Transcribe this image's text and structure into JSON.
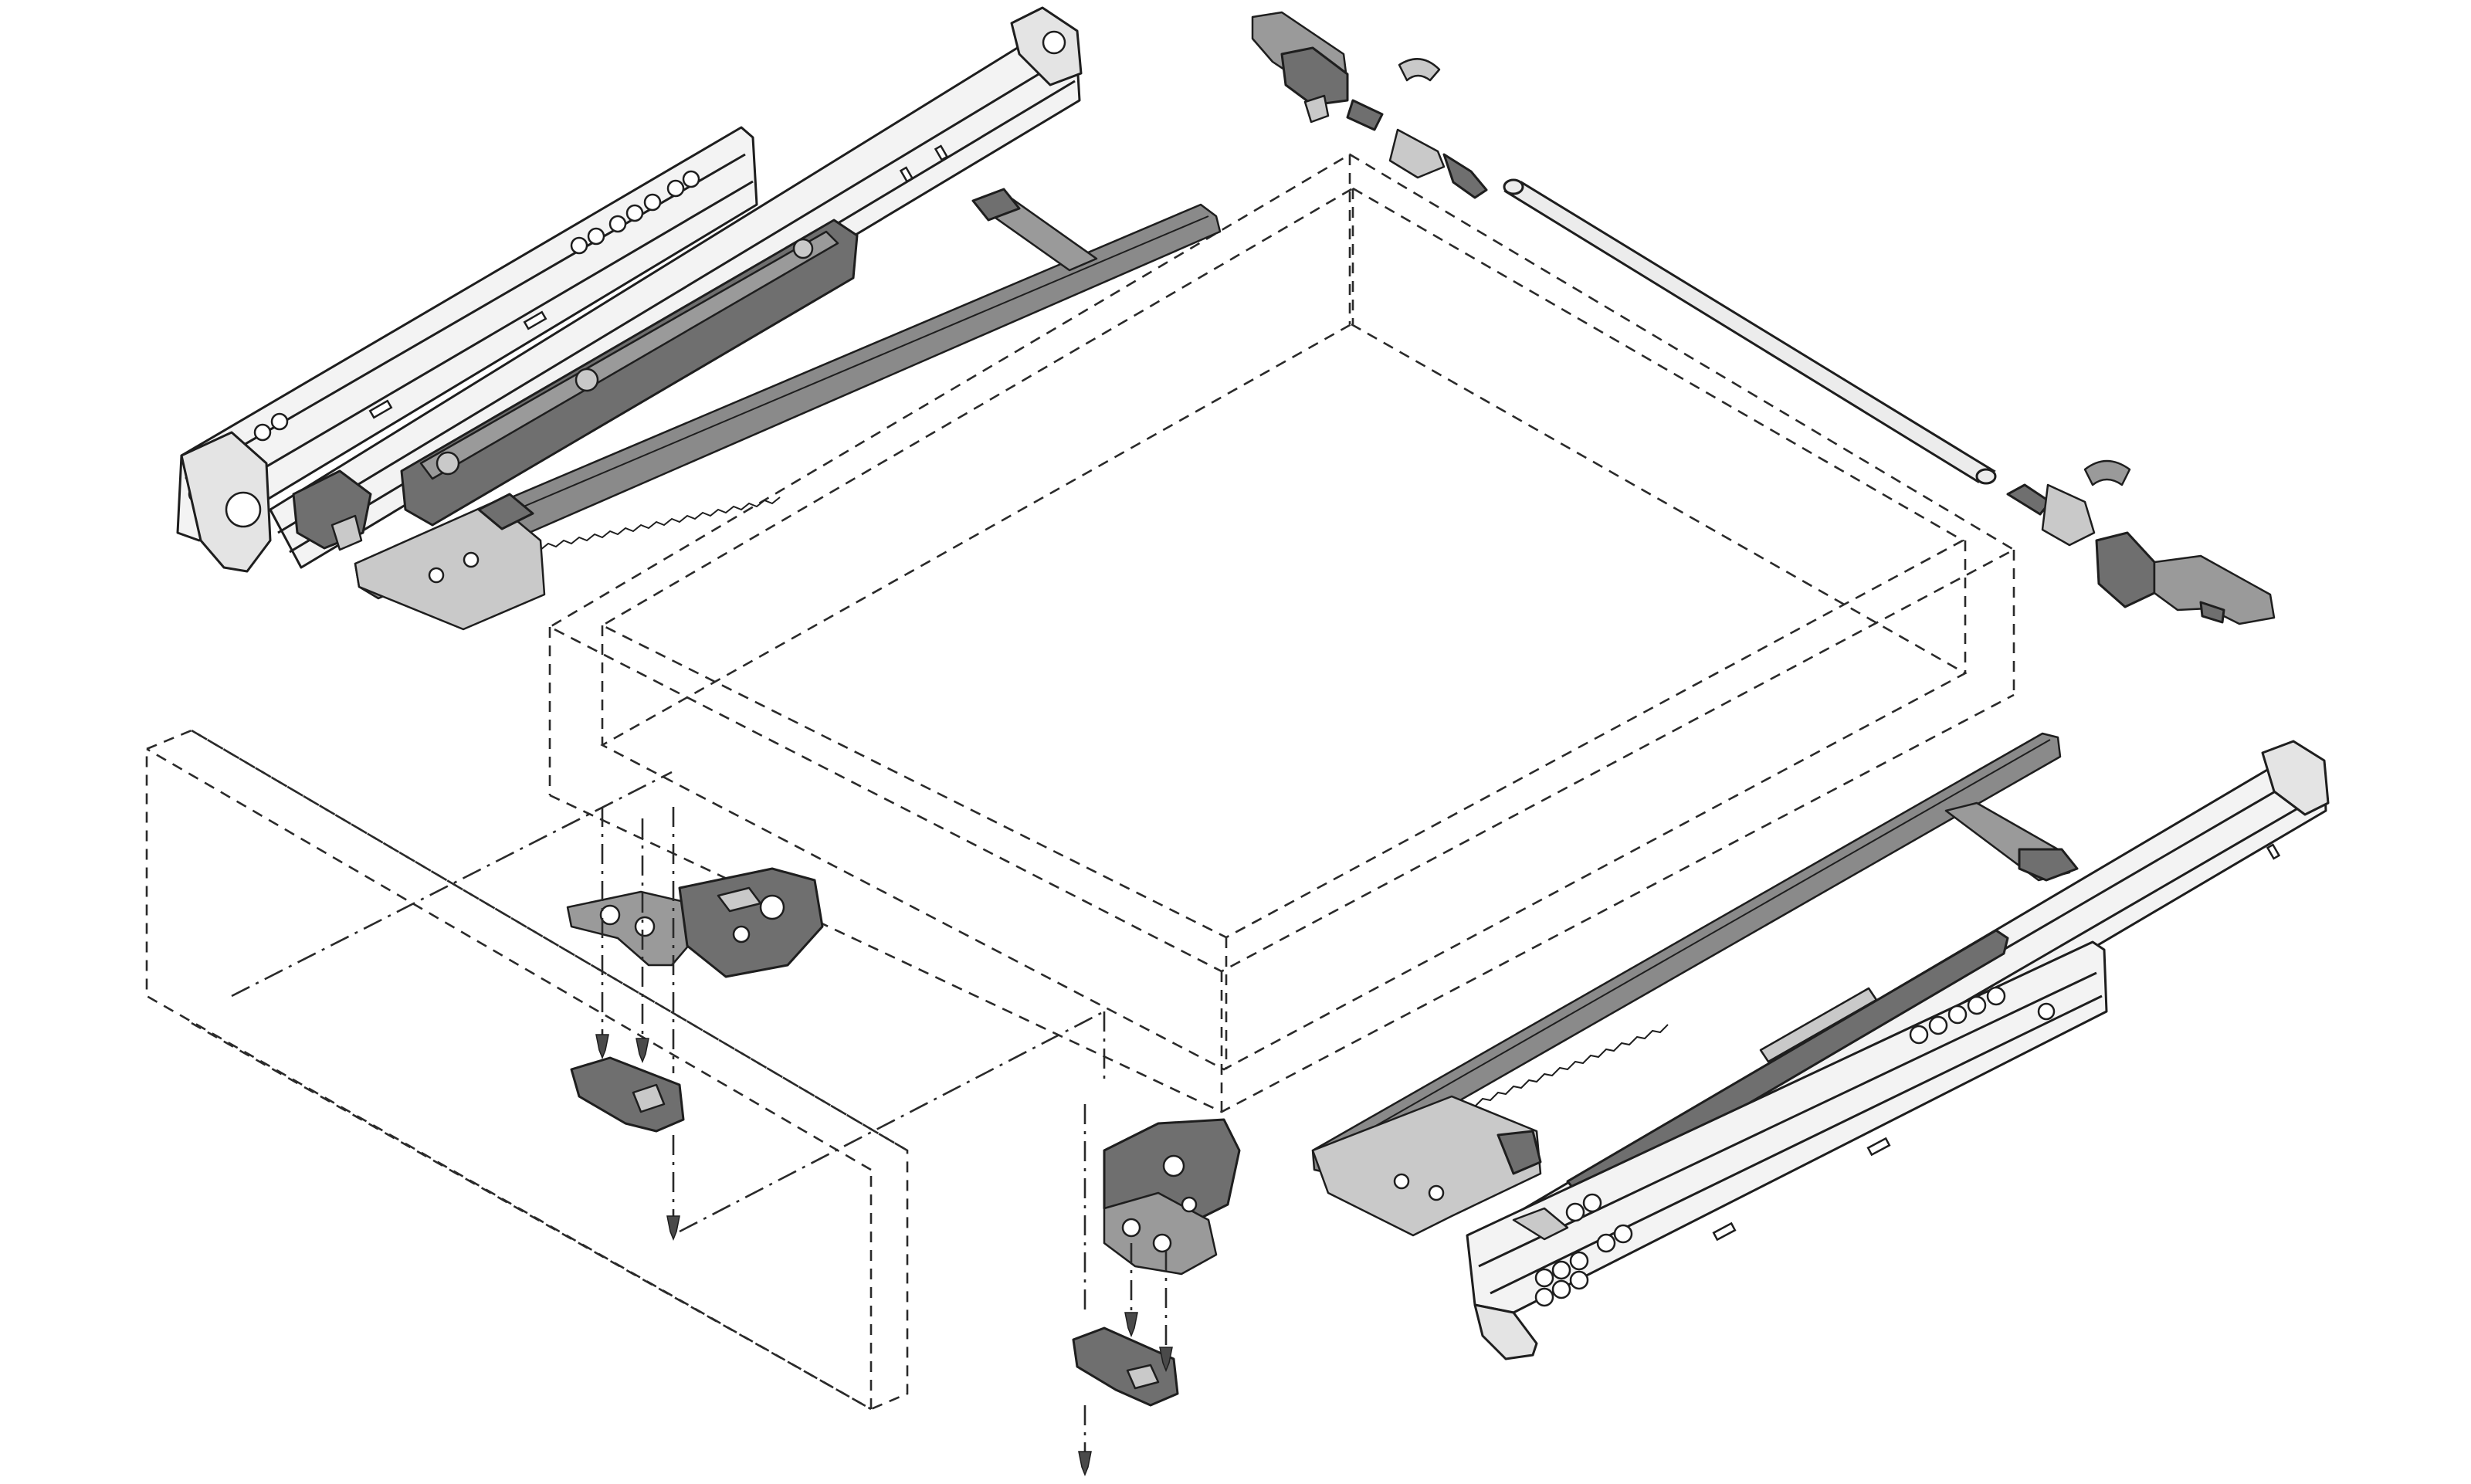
{
  "diagram": {
    "type": "exploded-assembly-drawing",
    "colors": {
      "outline": "#1e1e1e",
      "part_dark": "#6f6f6f",
      "part_mid": "#9a9a9a",
      "part_light": "#c9c9c9",
      "rail_fill": "#f3f3f3",
      "background": "#ffffff"
    },
    "parts": [
      "left-runner",
      "left-synchronisation-rack",
      "right-runner",
      "right-synchronisation-rack",
      "drawer-box",
      "drawer-front",
      "synchronisation-rod",
      "left-locking-device",
      "right-locking-device",
      "left-front-bracket",
      "right-front-bracket",
      "screws"
    ]
  }
}
